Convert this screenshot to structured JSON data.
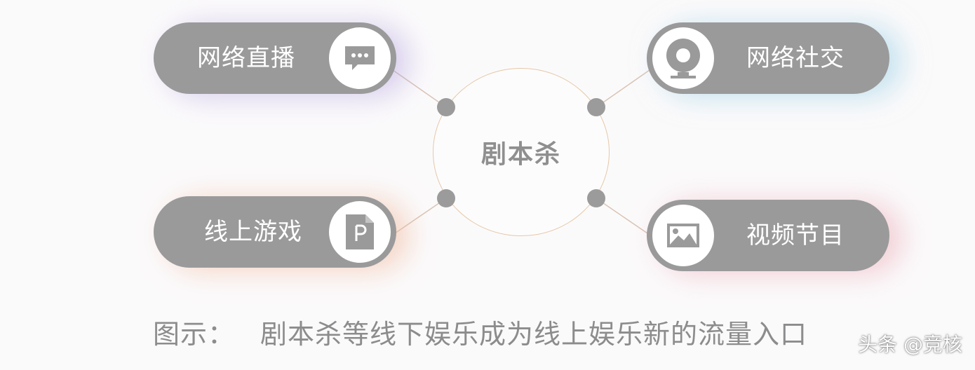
{
  "center": {
    "label": "剧本杀"
  },
  "nodes": {
    "live": {
      "label": "网络直播",
      "icon": "chat-bubble-icon"
    },
    "social": {
      "label": "网络社交",
      "icon": "webcam-icon"
    },
    "game": {
      "label": "线上游戏",
      "icon": "ppt-file-icon"
    },
    "video": {
      "label": "视频节目",
      "icon": "image-icon"
    }
  },
  "caption": {
    "prefix": "图示：",
    "text": "剧本杀等线下娱乐成为线上娱乐新的流量入口"
  },
  "watermark": {
    "text": "头条 @竞核"
  },
  "colors": {
    "pill": "#9a9a9b",
    "dot": "#9b9b9c",
    "ring": "#e4c8a8",
    "text": "#8c8c8d"
  }
}
